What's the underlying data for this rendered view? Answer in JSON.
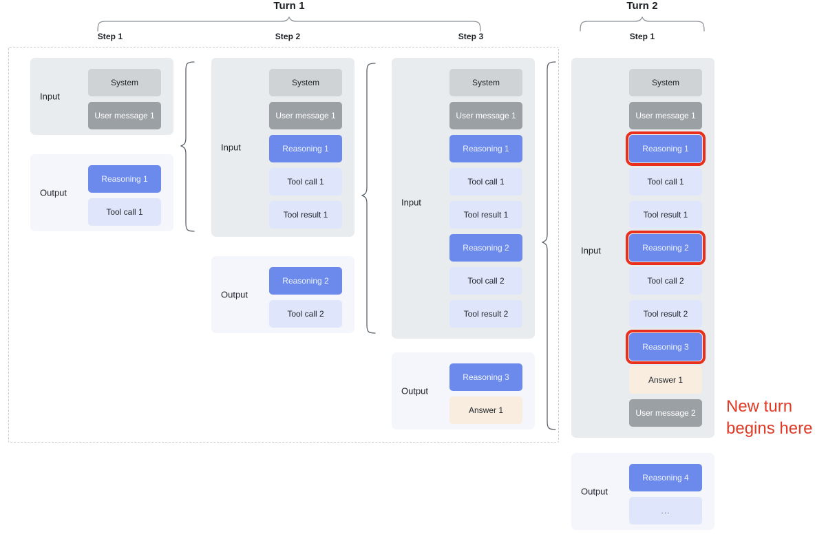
{
  "diagram": {
    "title_turn1": "Turn 1",
    "title_turn2": "Turn 2",
    "annotation": "New turn\nbegins here",
    "accent_red": "#e8301c",
    "colors": {
      "system": "#d0d3d6",
      "user": "#9ba0a5",
      "reasoning": "#6b8aec",
      "tool": "#dfe6fb",
      "answer": "#f8eddf",
      "input_panel": "#e9ecee",
      "output_panel": "#f4f6fc",
      "dashed_border": "#c9cdd2"
    },
    "labels": {
      "input": "Input",
      "output": "Output"
    }
  },
  "turn1": {
    "label": "Turn 1",
    "steps": [
      {
        "label": "Step 1",
        "input": [
          "System",
          "User message 1"
        ],
        "output": [
          "Reasoning 1",
          "Tool call 1"
        ]
      },
      {
        "label": "Step 2",
        "input": [
          "System",
          "User message 1",
          "Reasoning 1",
          "Tool call 1",
          "Tool result 1"
        ],
        "output": [
          "Reasoning 2",
          "Tool call 2"
        ]
      },
      {
        "label": "Step 3",
        "input": [
          "System",
          "User message 1",
          "Reasoning 1",
          "Tool call 1",
          "Tool result 1",
          "Reasoning 2",
          "Tool call 2",
          "Tool result 2"
        ],
        "output": [
          "Reasoning 3",
          "Answer 1"
        ]
      }
    ]
  },
  "turn2": {
    "label": "Turn 2",
    "steps": [
      {
        "label": "Step 1",
        "input": [
          "System",
          "User message 1",
          "Reasoning 1",
          "Tool call 1",
          "Tool result 1",
          "Reasoning 2",
          "Tool call 2",
          "Tool result 2",
          "Reasoning 3",
          "Answer 1",
          "User message 2"
        ],
        "highlighted_input": [
          "Reasoning 1",
          "Reasoning 2",
          "Reasoning 3"
        ],
        "output": [
          "Reasoning 4",
          "..."
        ]
      }
    ]
  }
}
